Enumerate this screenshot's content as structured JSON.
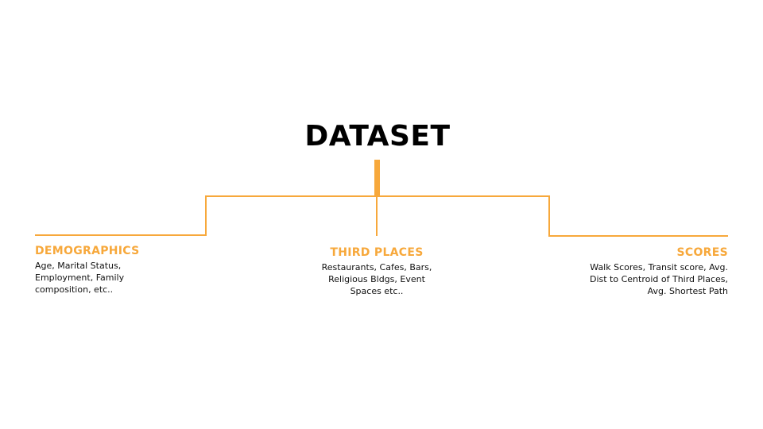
{
  "title": "DATASET",
  "colors": {
    "accent": "#F7A83B",
    "text": "#111111",
    "title": "#000000"
  },
  "nodes": [
    {
      "heading": "DEMOGRAPHICS",
      "lines": [
        "Age, Marital Status,",
        "Employment, Family",
        "composition, etc.."
      ]
    },
    {
      "heading": "THIRD PLACES",
      "lines": [
        "Restaurants, Cafes, Bars,",
        "Religious Bldgs, Event",
        "Spaces etc.."
      ]
    },
    {
      "heading": "SCORES",
      "lines": [
        "Walk Scores, Transit score, Avg.",
        "Dist to Centroid of Third Places,",
        "Avg. Shortest Path"
      ]
    }
  ]
}
